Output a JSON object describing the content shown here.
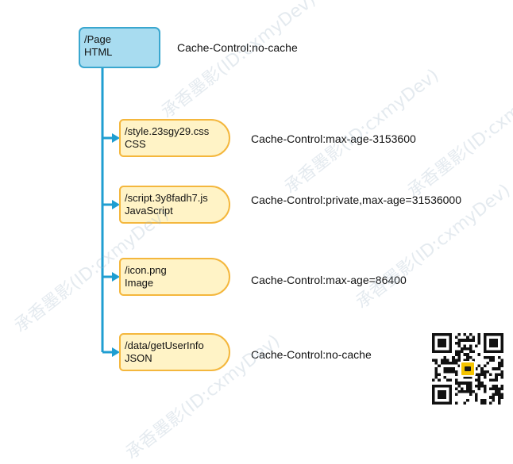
{
  "diagram": {
    "root": {
      "line1": "/Page",
      "line2": "HTML",
      "cache_header": "Cache-Control:no-cache"
    },
    "children": [
      {
        "line1": "/style.23sgy29.css",
        "line2": "CSS",
        "cache_header": "Cache-Control:max-age-3153600"
      },
      {
        "line1": "/script.3y8fadh7.js",
        "line2": "JavaScript",
        "cache_header": "Cache-Control:private,max-age=31536000"
      },
      {
        "line1": "/icon.png",
        "line2": "Image",
        "cache_header": "Cache-Control:max-age=86400"
      },
      {
        "line1": "/data/getUserInfo",
        "line2": "JSON",
        "cache_header": "Cache-Control:no-cache"
      }
    ]
  },
  "watermark": {
    "text": "承香墨影(ID:cxmyDev)"
  },
  "colors": {
    "root_fill": "#a8dcf0",
    "root_border": "#3aa7cf",
    "child_fill": "#fff3c6",
    "child_border": "#f4b73d",
    "connector": "#1f9ed1"
  }
}
